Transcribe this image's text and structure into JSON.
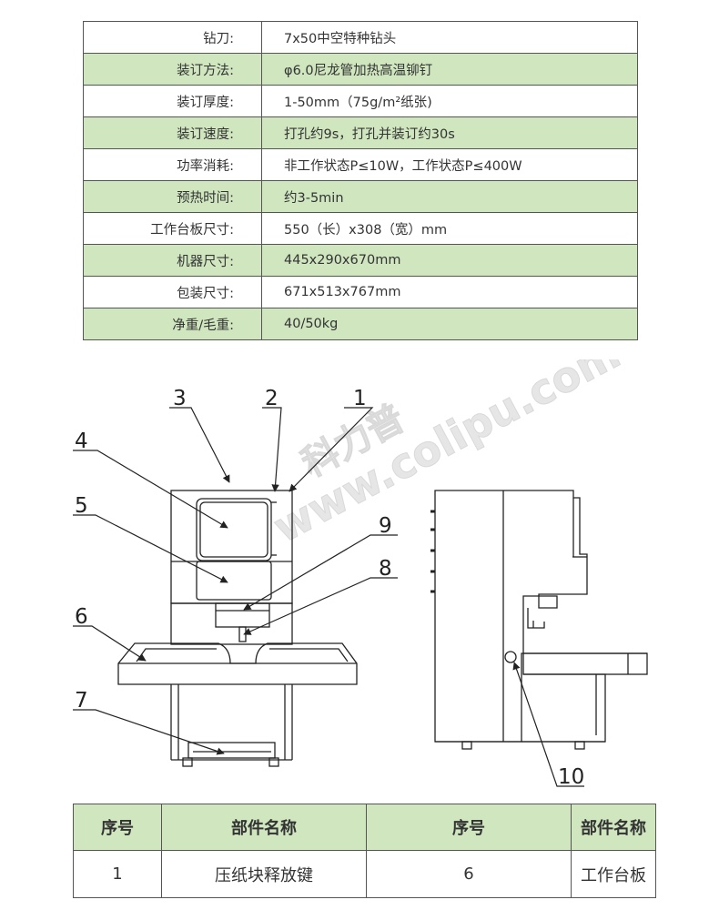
{
  "specs": [
    {
      "label": "钻刀:",
      "value": "7x50中空特种钻头",
      "green": false
    },
    {
      "label": "装订方法:",
      "value": "φ6.0尼龙管加热高温铆钉",
      "green": true
    },
    {
      "label": "装订厚度:",
      "value": "1-50mm（75g/m²纸张)",
      "green": false
    },
    {
      "label": "装订速度:",
      "value": "打孔约9s，打孔并装订约30s",
      "green": true
    },
    {
      "label": "功率消耗:",
      "value": "非工作状态P≤10W，工作状态P≤400W",
      "green": false
    },
    {
      "label": "预热时间:",
      "value": "约3-5min",
      "green": true
    },
    {
      "label": "工作台板尺寸:",
      "value": "550（长）x308（宽）mm",
      "green": false
    },
    {
      "label": "机器尺寸:",
      "value": "445x290x670mm",
      "green": true
    },
    {
      "label": "包装尺寸:",
      "value": "671x513x767mm",
      "green": false
    },
    {
      "label": "净重/毛重:",
      "value": "40/50kg",
      "green": true
    }
  ],
  "watermark": {
    "brand": "科力普",
    "url": "www.colipu.com"
  },
  "callouts": [
    "1",
    "2",
    "3",
    "4",
    "5",
    "6",
    "7",
    "8",
    "9",
    "10"
  ],
  "parts_table": {
    "headers": [
      "序号",
      "部件名称",
      "序号",
      "部件名称"
    ],
    "rows": [
      [
        "1",
        "压纸块释放键",
        "6",
        "工作台板"
      ]
    ]
  }
}
